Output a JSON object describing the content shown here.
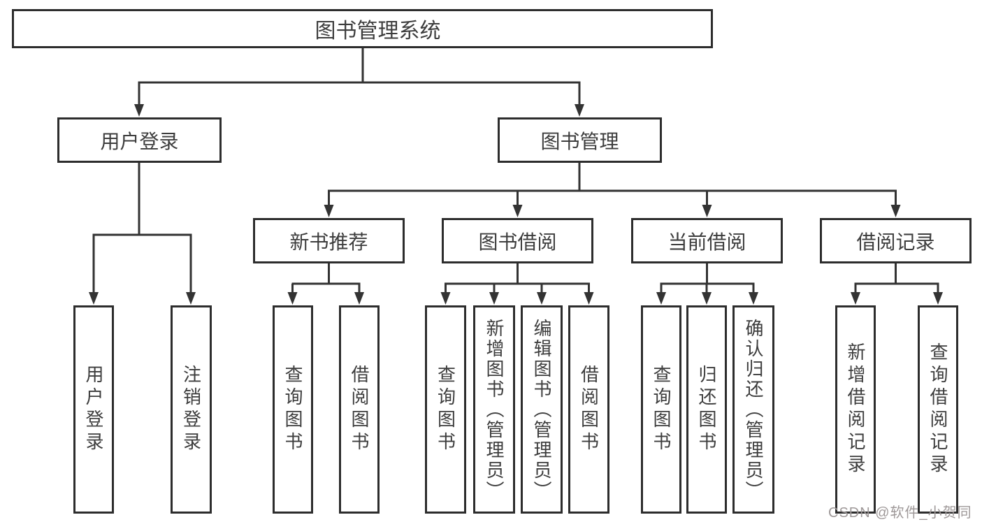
{
  "tree": {
    "label": "图书管理系统",
    "children": [
      {
        "label": "用户登录",
        "children": [
          {
            "label": "用户登录"
          },
          {
            "label": "注销登录"
          }
        ]
      },
      {
        "label": "图书管理",
        "children": [
          {
            "label": "新书推荐",
            "children": [
              {
                "label": "查询图书"
              },
              {
                "label": "借阅图书"
              }
            ]
          },
          {
            "label": "图书借阅",
            "children": [
              {
                "label": "查询图书"
              },
              {
                "label": "新增图书（管理员）"
              },
              {
                "label": "编辑图书（管理员）"
              },
              {
                "label": "借阅图书"
              }
            ]
          },
          {
            "label": "当前借阅",
            "children": [
              {
                "label": "查询图书"
              },
              {
                "label": "归还图书"
              },
              {
                "label": "确认归还（管理员）"
              }
            ]
          },
          {
            "label": "借阅记录",
            "children": [
              {
                "label": "新增借阅记录"
              },
              {
                "label": "查询借阅记录"
              }
            ]
          }
        ]
      }
    ]
  },
  "watermark": "CSDN @软件_小贺同学",
  "colors": {
    "line": "#333333",
    "box_border": "#2d2d2d",
    "text": "#3d3d3d",
    "watermark": "#9e9898",
    "background": "#ffffff"
  }
}
